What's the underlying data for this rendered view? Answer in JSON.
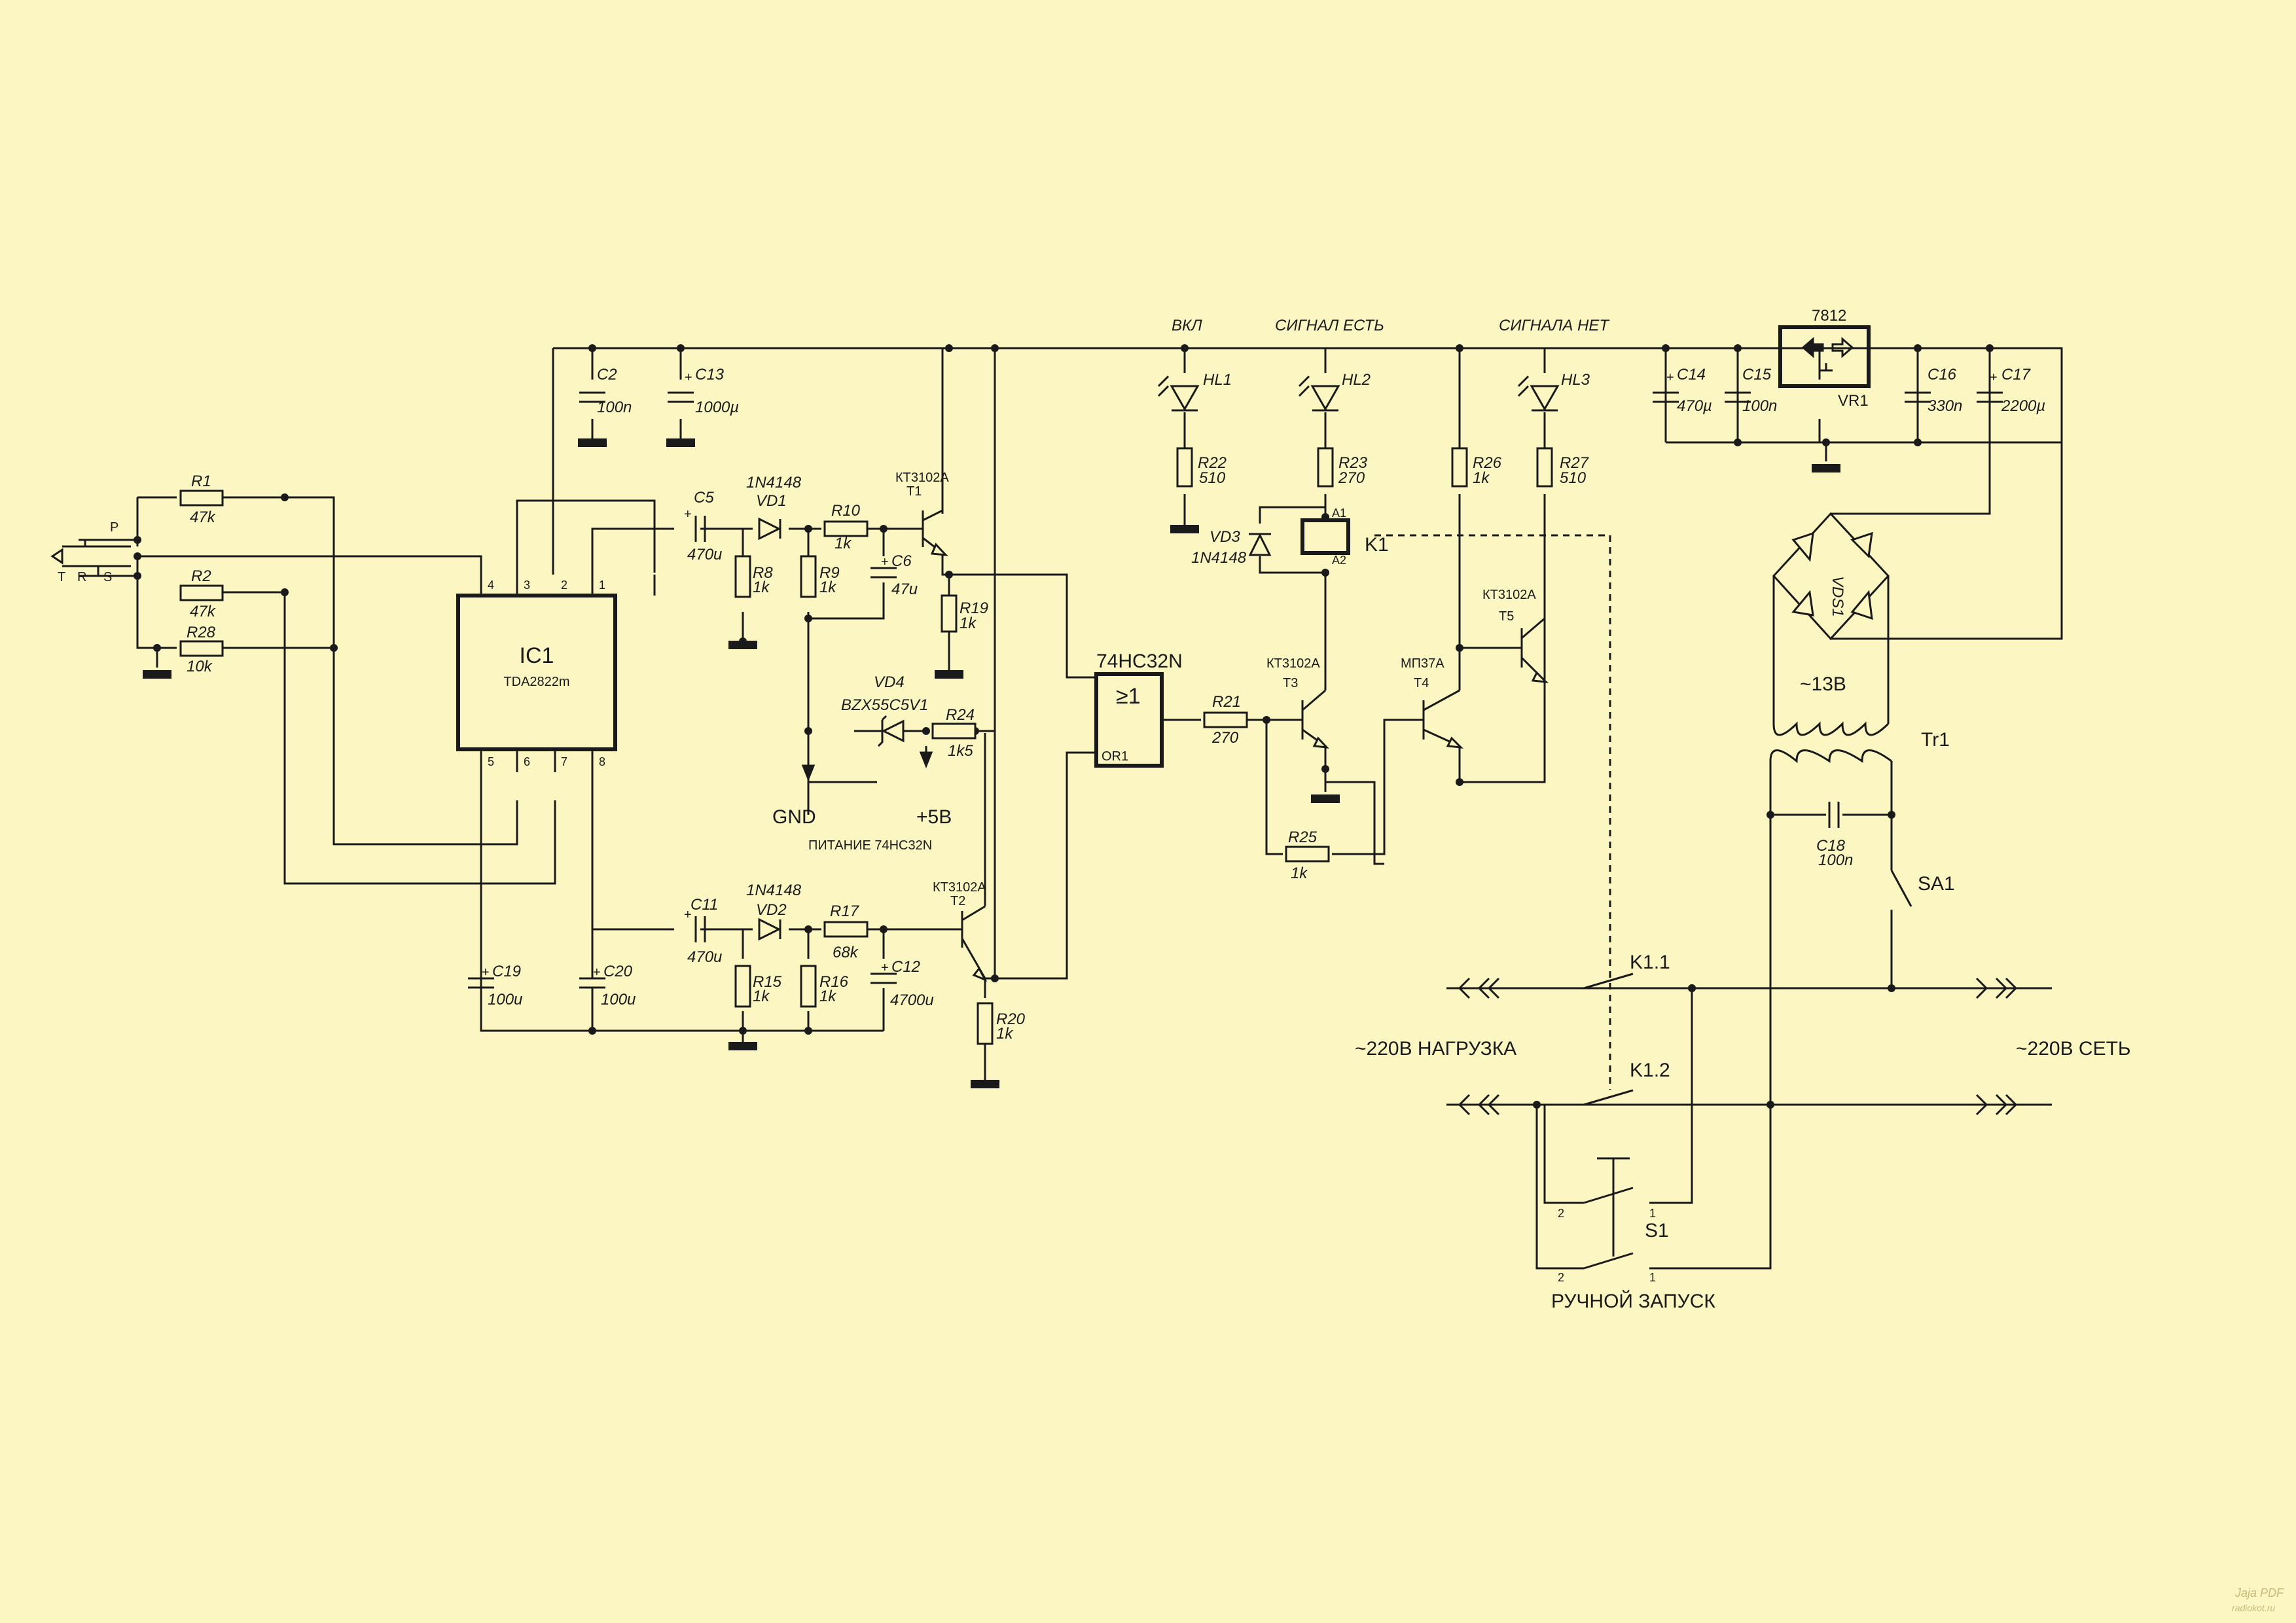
{
  "ic": {
    "ref": "IC1",
    "part": "TDA2822m",
    "pins": [
      "4",
      "3",
      "2",
      "1",
      "5",
      "6",
      "7",
      "8"
    ]
  },
  "jack": {
    "p": "P",
    "t": "T",
    "r": "R",
    "s": "S"
  },
  "res": {
    "r1": {
      "ref": "R1",
      "val": "47k"
    },
    "r2": {
      "ref": "R2",
      "val": "47k"
    },
    "r28": {
      "ref": "R28",
      "val": "10k"
    },
    "r8": {
      "ref": "R8",
      "val": "1k"
    },
    "r9": {
      "ref": "R9",
      "val": "1k"
    },
    "r10": {
      "ref": "R10",
      "val": "1k"
    },
    "r15": {
      "ref": "R15",
      "val": "1k"
    },
    "r16": {
      "ref": "R16",
      "val": "1k"
    },
    "r17": {
      "ref": "R17",
      "val": "68k"
    },
    "r19": {
      "ref": "R19",
      "val": "1k"
    },
    "r20": {
      "ref": "R20",
      "val": "1k"
    },
    "r21": {
      "ref": "R21",
      "val": "270"
    },
    "r22": {
      "ref": "R22",
      "val": "510"
    },
    "r23": {
      "ref": "R23",
      "val": "270"
    },
    "r24": {
      "ref": "R24",
      "val": "1k5"
    },
    "r25": {
      "ref": "R25",
      "val": "1k"
    },
    "r26": {
      "ref": "R26",
      "val": "1k"
    },
    "r27": {
      "ref": "R27",
      "val": "510"
    }
  },
  "caps": {
    "c2": {
      "ref": "C2",
      "val": "100n"
    },
    "c13": {
      "ref": "C13",
      "val": "1000µ"
    },
    "c5": {
      "ref": "C5",
      "val": "470u"
    },
    "c6": {
      "ref": "C6",
      "val": "47u"
    },
    "c11": {
      "ref": "C11",
      "val": "470u"
    },
    "c12": {
      "ref": "C12",
      "val": "4700u"
    },
    "c19": {
      "ref": "C19",
      "val": "100u"
    },
    "c20": {
      "ref": "C20",
      "val": "100u"
    },
    "c14": {
      "ref": "C14",
      "val": "470µ"
    },
    "c15": {
      "ref": "C15",
      "val": "100n"
    },
    "c16": {
      "ref": "C16",
      "val": "330n"
    },
    "c17": {
      "ref": "C17",
      "val": "2200µ"
    },
    "c18": {
      "ref": "C18",
      "val": "100n"
    }
  },
  "diodes": {
    "vd1": {
      "ref": "VD1",
      "part": "1N4148"
    },
    "vd2": {
      "ref": "VD2",
      "part": "1N4148"
    },
    "vd3": {
      "ref": "VD3",
      "part": "1N4148"
    },
    "vd4": {
      "ref": "VD4",
      "part": "BZX55C5V1"
    },
    "vds1": {
      "ref": "VDS1"
    }
  },
  "leds": {
    "hl1": {
      "ref": "HL1",
      "label": "ВКЛ"
    },
    "hl2": {
      "ref": "HL2",
      "label": "СИГНАЛ ЕСТЬ"
    },
    "hl3": {
      "ref": "HL3",
      "label": "СИГНАЛА НЕТ"
    }
  },
  "transistors": {
    "t1": {
      "ref": "T1",
      "part": "КТ3102А"
    },
    "t2": {
      "ref": "T2",
      "part": "КТ3102А"
    },
    "t3": {
      "ref": "T3",
      "part": "КТ3102А"
    },
    "t4": {
      "ref": "T4",
      "part": "МП37А"
    },
    "t5": {
      "ref": "T5",
      "part": "КТ3102А"
    }
  },
  "gate": {
    "part": "74HC32N",
    "symbol": "≥1",
    "ref": "OR1"
  },
  "power": {
    "gnd": "GND",
    "plus5": "+5В",
    "note": "ПИТАНИЕ 74НС32N"
  },
  "relay": {
    "ref": "K1",
    "a1": "A1",
    "a2": "A2",
    "k11": "K1.1",
    "k12": "K1.2"
  },
  "reg": {
    "part": "7812",
    "ref": "VR1"
  },
  "trans": {
    "ref": "Tr1",
    "secondary": "~13В"
  },
  "switches": {
    "sa1": "SA1",
    "s1": "S1",
    "pin1": "1",
    "pin2": "2"
  },
  "mains": {
    "load": "~220В НАГРУЗКА",
    "net": "~220В СЕТЬ",
    "manual": "РУЧНОЙ ЗАПУСК"
  },
  "watermark": {
    "line1": "Jaja PDF",
    "line2": "radiokot.ru"
  }
}
